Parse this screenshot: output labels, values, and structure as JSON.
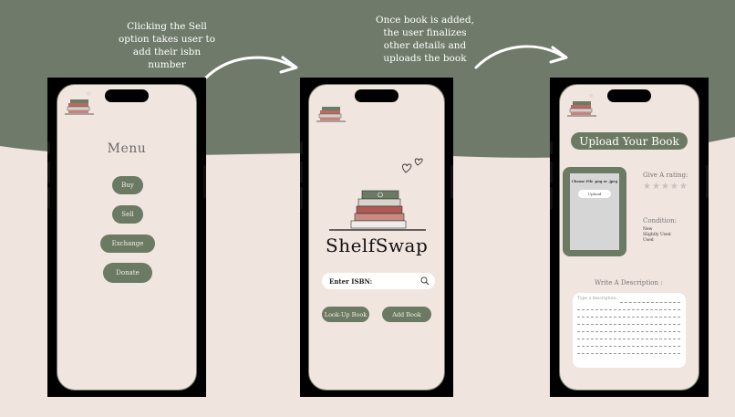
{
  "captions": {
    "step1": "Clicking the Sell option takes user to add their isbn number",
    "step2": "Once book is added, the user finalizes other details and uploads the book"
  },
  "colors": {
    "sage": "#6b7a62",
    "cream": "#f0e4de",
    "screen": "#f1e5df"
  },
  "menu_screen": {
    "title": "Menu",
    "buttons": [
      "Buy",
      "Sell",
      "Exchange",
      "Donate"
    ]
  },
  "isbn_screen": {
    "brand": "ShelfSwap",
    "isbn_label": "Enter ISBN:",
    "search_icon": "search-icon",
    "lookup_button": "Look-Up Book",
    "add_button": "Add Book"
  },
  "upload_screen": {
    "title": "Upload Your Book",
    "file_label": "Choose File .png or .jpeg",
    "upload_button": "Upload",
    "rating_label": "Give A rating:",
    "stars": "★★★★★",
    "condition_label": "Condition:",
    "condition_options": [
      "New",
      "Slightly Used",
      "Used"
    ],
    "description_label": "Write A Description :",
    "description_placeholder": "Type a description:"
  }
}
